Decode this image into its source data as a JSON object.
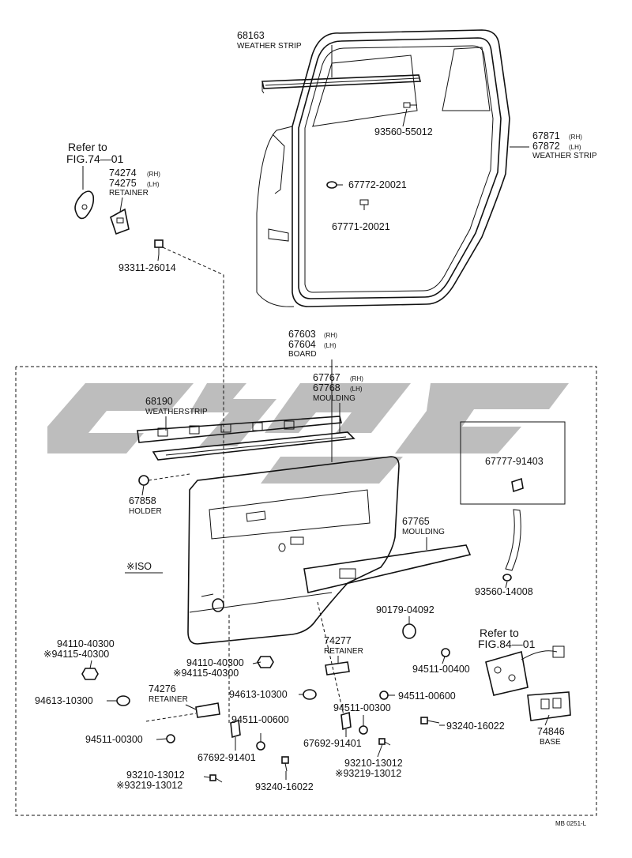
{
  "labels": {
    "p68163": "68163",
    "p68163_cap": "WEATHER STRIP",
    "p93560a": "93560-55012",
    "p67871": "67871",
    "p67871_rh": "(RH)",
    "p67872": "67872",
    "p67872_lh": "(LH)",
    "p6787x_cap": "WEATHER STRIP",
    "ref74_1": "Refer to",
    "ref74_2": "FIG.74—01",
    "p74274": "74274",
    "p74274_rh": "(RH)",
    "p74275": "74275",
    "p74275_lh": "(LH)",
    "p7427x_cap": "RETAINER",
    "p67772": "67772-20021",
    "p67771": "67771-20021",
    "p93311": "93311-26014",
    "p67603": "67603",
    "p67603_rh": "(RH)",
    "p67604": "67604",
    "p67604_lh": "(LH)",
    "p6760x_cap": "BOARD",
    "p67767": "67767",
    "p67767_rh": "(RH)",
    "p67768": "67768",
    "p67768_lh": "(LH)",
    "p6776x_cap": "MOULDING",
    "p68190": "68190",
    "p68190_cap": "WEATHERSTRIP",
    "p67777": "67777-91403",
    "p67858": "67858",
    "p67858_cap": "HOLDER",
    "p67765": "67765",
    "p67765_cap": "MOULDING",
    "iso": "※ISO",
    "p93560b": "93560-14008",
    "p90179": "90179-04092",
    "ref84_1": "Refer to",
    "ref84_2": "FIG.84—01",
    "p94110a": "94110-40300",
    "p94115a": "※94115-40300",
    "p94110b": "94110-40300",
    "p94115b": "※94115-40300",
    "p74277": "74277",
    "p74277_cap": "RETAINER",
    "p94511_400": "94511-00400",
    "p74276": "74276",
    "p74276_cap": "RETAINER",
    "p94613a": "94613-10300",
    "p94613b": "94613-10300",
    "p94511_600a": "94511-00600",
    "p94511_300a": "94511-00300",
    "p94511_600b": "94511-00600",
    "p93240a": "93240-16022",
    "p74846": "74846",
    "p74846_cap": "BASE",
    "p94511_300b": "94511-00300",
    "p67692a": "67692-91401",
    "p67692b": "67692-91401",
    "p93210a": "93210-13012",
    "p93219a": "※93219-13012",
    "p93210b": "93210-13012",
    "p93219b": "※93219-13012",
    "p93240b": "93240-16022",
    "footer": "MB 0251-L"
  },
  "colors": {
    "ink": "#111111",
    "watermark": "#bdbdbd",
    "background": "#ffffff"
  }
}
